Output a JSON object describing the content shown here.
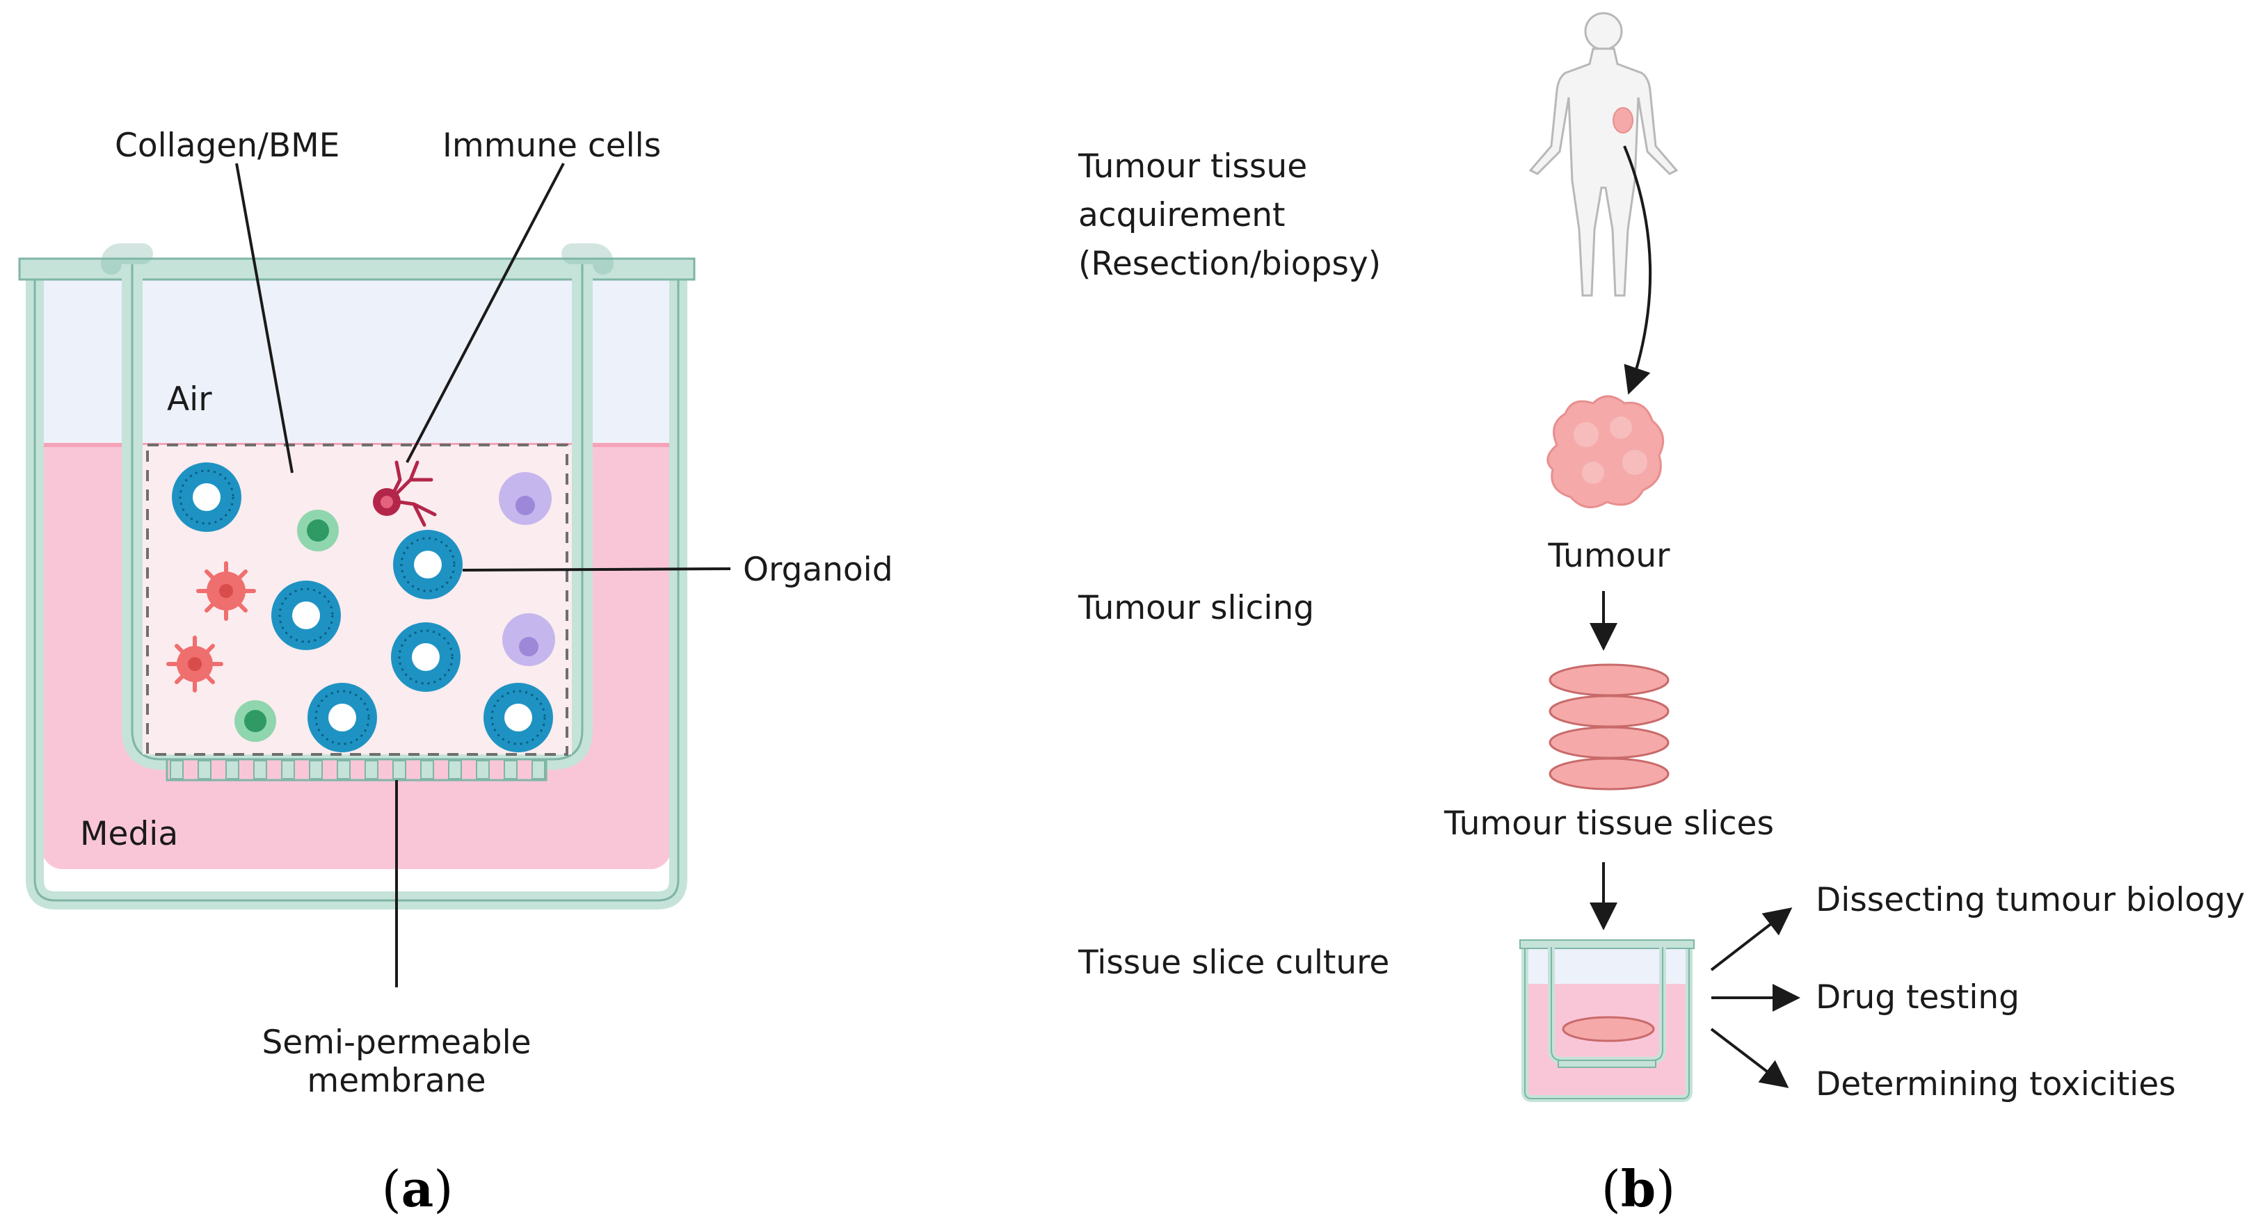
{
  "panel_a": {
    "labels": {
      "collagen": "Collagen/BME",
      "immune": "Immune cells",
      "air": "Air",
      "organoid": "Organoid",
      "media": "Media",
      "membrane_line1": "Semi-permeable",
      "membrane_line2": "membrane"
    },
    "caption": {
      "open": "(",
      "letter": "a",
      "close": ")"
    }
  },
  "panel_b": {
    "steps": {
      "acquire_line1": "Tumour tissue",
      "acquire_line2": "acquirement",
      "acquire_line3": "(Resection/biopsy)",
      "slicing": "Tumour slicing",
      "culture": "Tissue slice culture"
    },
    "stages": {
      "tumour": "Tumour",
      "slices": "Tumour tissue slices"
    },
    "outcomes": {
      "dissect": "Dissecting tumour biology",
      "drug": "Drug testing",
      "tox": "Determining toxicities"
    },
    "caption": {
      "open": "(",
      "letter": "b",
      "close": ")"
    }
  },
  "colors": {
    "well_outline": "#c5e3d9",
    "well_stroke": "#7fb5a6",
    "air_fill": "#edf1fa",
    "media_fill": "#f9c6d8",
    "media_line": "#f4a3b8",
    "matrix_fill": "#fbecef",
    "organoid_blue": "#1e93c3",
    "green_cell": "#59b887",
    "purple_cell": "#c5b6ee",
    "red_cell": "#ef6e6e",
    "immune_dark": "#b3264a",
    "tumour_pink": "#f5a9a9"
  }
}
